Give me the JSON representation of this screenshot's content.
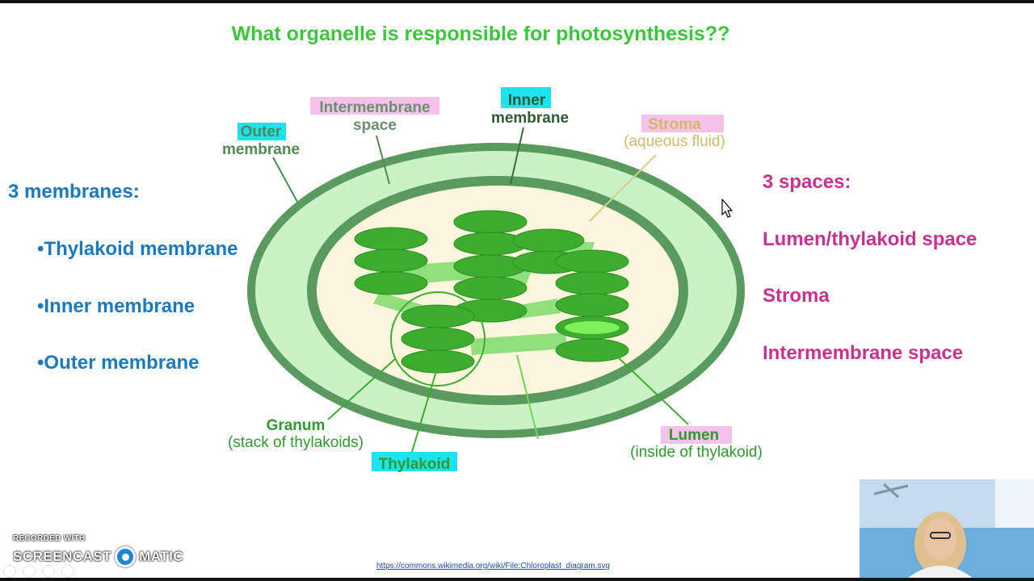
{
  "slide": {
    "title": "What organelle is responsible for photosynthesis??"
  },
  "membranes": {
    "heading": "3 membranes:",
    "items": [
      "•Thylakoid membrane",
      "•Inner membrane",
      "•Outer membrane"
    ]
  },
  "spaces": {
    "heading": "3 spaces:",
    "items": [
      "Lumen/thylakoid space",
      "Stroma",
      "Intermembrane space"
    ]
  },
  "diagram_labels": {
    "intermembrane_1": "Intermembrane",
    "intermembrane_2": "space",
    "inner_1": "Inner",
    "inner_2": "membrane",
    "outer_1": "Outer",
    "outer_2": "membrane",
    "stroma_1": "Stroma",
    "stroma_2": "(aqueous fluid)",
    "granum_1": "Granum",
    "granum_2": "(stack of thylakoids)",
    "thylakoid": "Thylakoid",
    "lumen_1": "Lumen",
    "lumen_2": "(inside of thylakoid)"
  },
  "source": {
    "url_text": "https://commons.wikimedia.org/wiki/File:Chloroplast_diagram.svg"
  },
  "watermark": {
    "line1": "RECORDED WITH",
    "brand_left": "SCREENCAST",
    "brand_right": "MATIC"
  },
  "colors": {
    "title_green": "#3cc63c",
    "membrane_blue": "#1b79c0",
    "space_magenta": "#c8328c",
    "outer_membrane": "#5a9a5e",
    "intermembrane_fill": "#c9f3c4",
    "stroma_fill": "#fdf6dd",
    "thylakoid_green": "#3cad2f",
    "highlight_cyan": "#1ee3ee",
    "highlight_pink": "#f5c2ec"
  }
}
